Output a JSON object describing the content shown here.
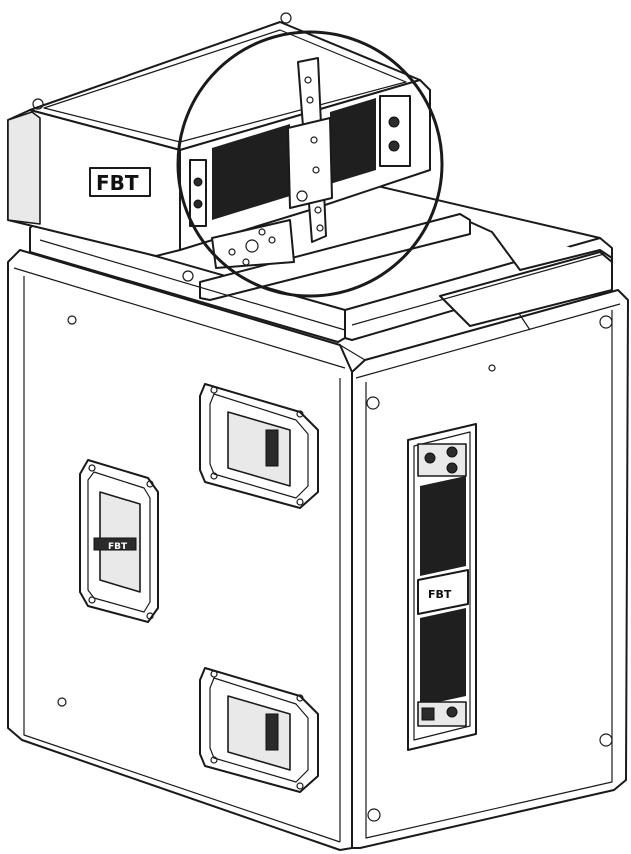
{
  "brand": {
    "top_logo": "FBT",
    "side_logo": "FBT",
    "panel_logo": "FBT"
  },
  "colors": {
    "line": "#1a1a1a",
    "background": "#ffffff",
    "grill": "#1f1f1f"
  }
}
